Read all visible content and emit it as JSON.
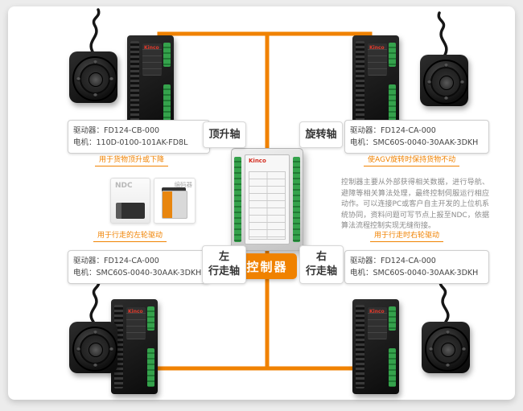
{
  "brand": {
    "name": "Kinco"
  },
  "colors": {
    "accent": "#f08200",
    "wire": "#f08200",
    "brand_red": "#d42b1e",
    "terminal_green": "#2f9e4a"
  },
  "controller": {
    "badge_label": "控制器"
  },
  "peripherals": {
    "ndc_label": "NDC",
    "encoder_label": "编码器"
  },
  "description": {
    "text": "控制器主要从外部获得相关数据，进行导航、避障等相关算法处理，最终控制伺服运行相应动作。可以连接PC或客户自主开发的上位机系统协同，资料问题可写节点上报至NDC，依据算法流程控制实现无缝衔接。"
  },
  "axes": {
    "top_left": {
      "name": "顶升轴",
      "driver": "驱动器：FD124-CB-000",
      "motor": "电机：110D-0100-101AK-FD8L",
      "note": "用于货物顶升或下降"
    },
    "top_right": {
      "name": "旋转轴",
      "driver": "驱动器：FD124-CA-000",
      "motor": "电机：SMC60S-0040-30AAK-3DKH",
      "note": "使AGV旋转时保持货物不动"
    },
    "bottom_left": {
      "name_line1": "左",
      "name_line2": "行走轴",
      "driver": "驱动器：FD124-CA-000",
      "motor": "电机：SMC60S-0040-30AAK-3DKH",
      "note": "用于行走的左轮驱动"
    },
    "bottom_right": {
      "name_line1": "右",
      "name_line2": "行走轴",
      "driver": "驱动器：FD124-CA-000",
      "motor": "电机：SMC60S-0040-30AAK-3DKH",
      "note": "用于行走时右轮驱动"
    }
  }
}
